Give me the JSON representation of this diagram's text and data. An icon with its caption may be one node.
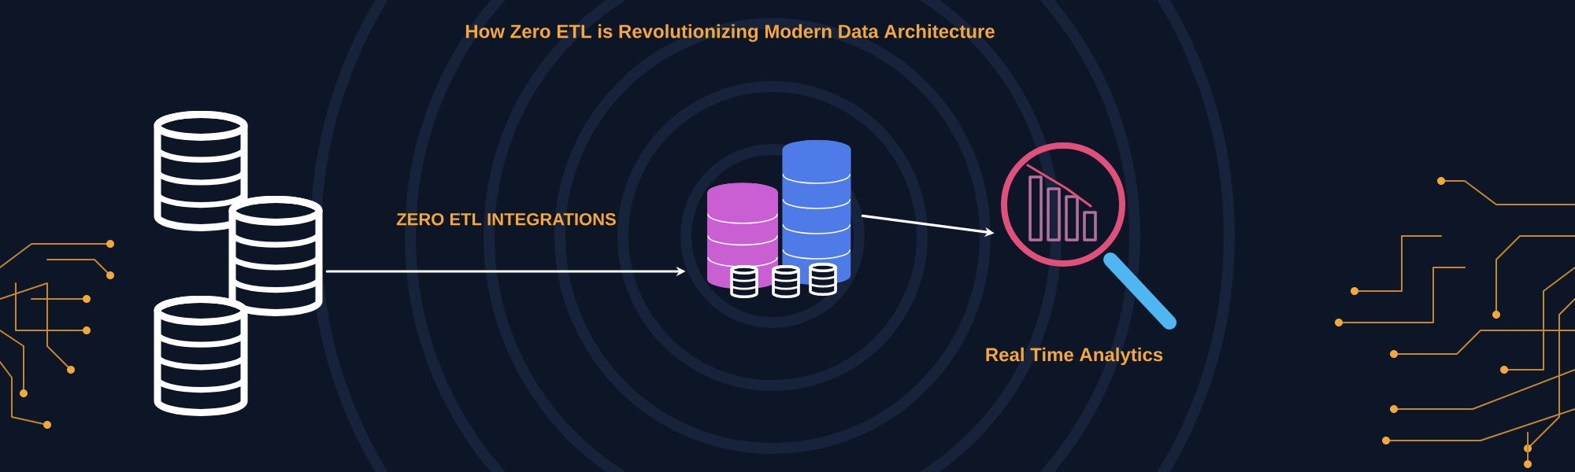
{
  "diagram": {
    "title": "How Zero ETL is Revolutionizing Modern Data Architecture",
    "nodes": [
      {
        "text": [],
        "shape": "picture"
      },
      {
        "text": [],
        "shape": "picture"
      },
      {
        "text": [],
        "shape": "picture",
        "beside": [
          "Real Time Analytics"
        ]
      }
    ],
    "edges": [
      {
        "from": 0,
        "to": 1,
        "arrow": "to",
        "label": "ZERO ETL INTEGRATIONS"
      },
      {
        "from": 1,
        "to": 2,
        "arrow": "to"
      }
    ]
  }
}
